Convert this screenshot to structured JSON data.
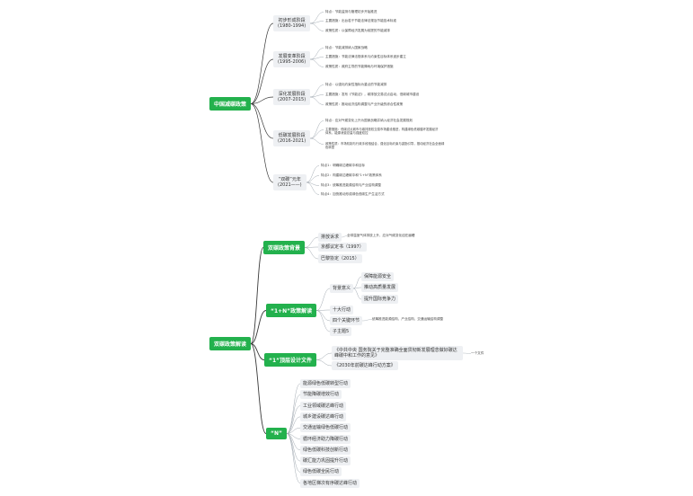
{
  "map1": {
    "root": "中国减碳政策",
    "nodes": [
      {
        "title": "初步形成阶段",
        "period": "(1980-1994)",
        "details": [
          "特点：节能监测与管理初步开始推进",
          "主要措施：出台若干节能法律法规及节能技术标准",
          "政策性质：以保障经济发展为前提的节能减排"
        ]
      },
      {
        "title": "发展变革阶段",
        "period": "(1995-2006)",
        "details": [
          "特点：节能减排纳入国家战略",
          "主要措施：节能法律法规体系与约束性目标体系逐步建立",
          "政策性质：政府主导的节能降耗与环境保护措施"
        ]
      },
      {
        "title": "深化发展阶段",
        "period": "(2007-2015)",
        "details": [
          "特点：以强化约束性指标为重点的节能减排",
          "主要措施：发布《节能法》，碳排放交易试点启动，低碳城市建设",
          "政策性质：推动经济结构调整与产业升级的综合性政策"
        ]
      },
      {
        "title": "低碳发展阶段",
        "period": "(2016-2021)",
        "details": [
          "特点：应对气候变化上升为国家战略并纳入经济社会发展规划",
          "主要措施：低碳试点城市与碳排放权交易市场建设推进，构建绿色低碳循环发展经济体系，能源消费总量与强度双控",
          "政策性质：市场机制与行政手段相结合，强化目标约束与激励引导，推动经济社会全面绿色转型"
        ]
      },
      {
        "title": "“双碳”元年",
        "period": "(2021——)",
        "details": [
          "特点1：明确碳达峰碳中和目标",
          "特点2：构建碳达峰碳中和“1+N”政策体系",
          "特点3：统筹推进能源结构与产业结构调整",
          "特点4：加快推动形成绿色低碳生产生活方式"
        ]
      }
    ]
  },
  "map2": {
    "root": "双碳政策解读",
    "bg": {
      "title": "双碳政策背景",
      "items": [
        "排放诉求",
        "京都议定书（1997）",
        "巴黎协定（2015）"
      ],
      "note": "全球温室气体排放上升，应对气候变化迫在眉睫"
    },
    "onen": {
      "title": "“1+N”政策解读",
      "meaning": "背景意义",
      "meaning_items": [
        "保障能源安全",
        "推动高质量发展",
        "提升国际竞争力"
      ],
      "items": [
        "十大行动",
        "四个关键环节",
        "子主题5"
      ],
      "key_note": "统筹推进能源结构、产业结构、交通运输结构调整"
    },
    "one": {
      "title": "“1”顶层设计文件",
      "doc1": "《中共中央 国务院关于完整准确全面贯彻新发展理念做好碳达峰碳中和工作的意见》",
      "doc2": "《2030年前碳达峰行动方案》",
      "tag": "一个文件"
    },
    "n": {
      "title": "“N”",
      "items": [
        "能源绿色低碳转型行动",
        "节能降碳增效行动",
        "工业领域碳达峰行动",
        "城乡建设碳达峰行动",
        "交通运输绿色低碳行动",
        "循环经济助力降碳行动",
        "绿色低碳科技创新行动",
        "碳汇能力巩固提升行动",
        "绿色低碳全民行动",
        "各地区梯次有序碳达峰行动"
      ]
    }
  },
  "colors": {
    "accent": "#23b14d",
    "line": "#a0a8b0",
    "box": "#eef0f3"
  }
}
